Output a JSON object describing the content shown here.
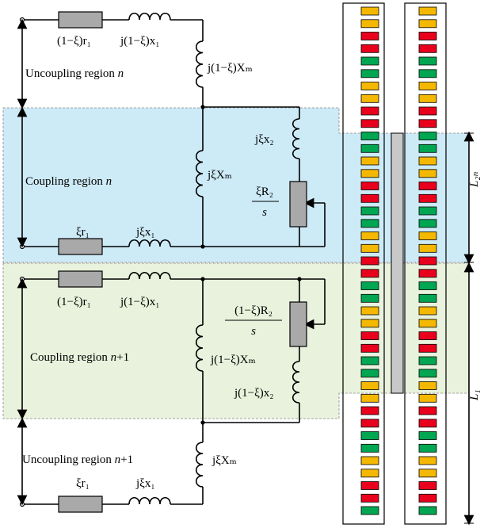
{
  "regions": {
    "uncoupling_n": {
      "label": "Uncoupling region ",
      "idx": "n"
    },
    "coupling_n": {
      "label": "Coupling region ",
      "idx": "n"
    },
    "coupling_n1": {
      "label": "Coupling region ",
      "idx": "n",
      "suffix": "+1"
    },
    "uncoupling_n1": {
      "label": "Uncoupling region ",
      "idx": "n",
      "suffix": "+1"
    }
  },
  "components": {
    "r1_a": "(1−ξ)r₁",
    "x1_a": "j(1−ξ)x₁",
    "Xm_a": "j(1−ξ)Xₘ",
    "x2_b": "jξx₂",
    "Xm_b": "jξXₘ",
    "R2_b_num": "ξR₂",
    "R2_b_den": "s",
    "r1_b": "ξr₁",
    "x1_b": "jξx₁",
    "r1_c": "(1−ξ)r₁",
    "x1_c": "j(1−ξ)x₁",
    "R2_c_num": "(1−ξ)R₂",
    "R2_c_den": "s",
    "Xm_c": "j(1−ξ)Xₘ",
    "x2_c": "j(1−ξ)x₂",
    "Xm_d": "jξXₘ",
    "r1_d": "ξr₁",
    "x1_d": "jξx₁"
  },
  "dimensions": {
    "L2n": "L₂ₙ",
    "L1": "L₁"
  },
  "colors": {
    "coupling_n_fill": "#cdeaf7",
    "coupling_n1_fill": "#e8f2dc",
    "resistor_fill": "#a9a9a9",
    "slot_yellow": "#f5b800",
    "slot_red": "#e8001c",
    "slot_green": "#00a651",
    "secondary_bar": "#c8c8c8"
  }
}
